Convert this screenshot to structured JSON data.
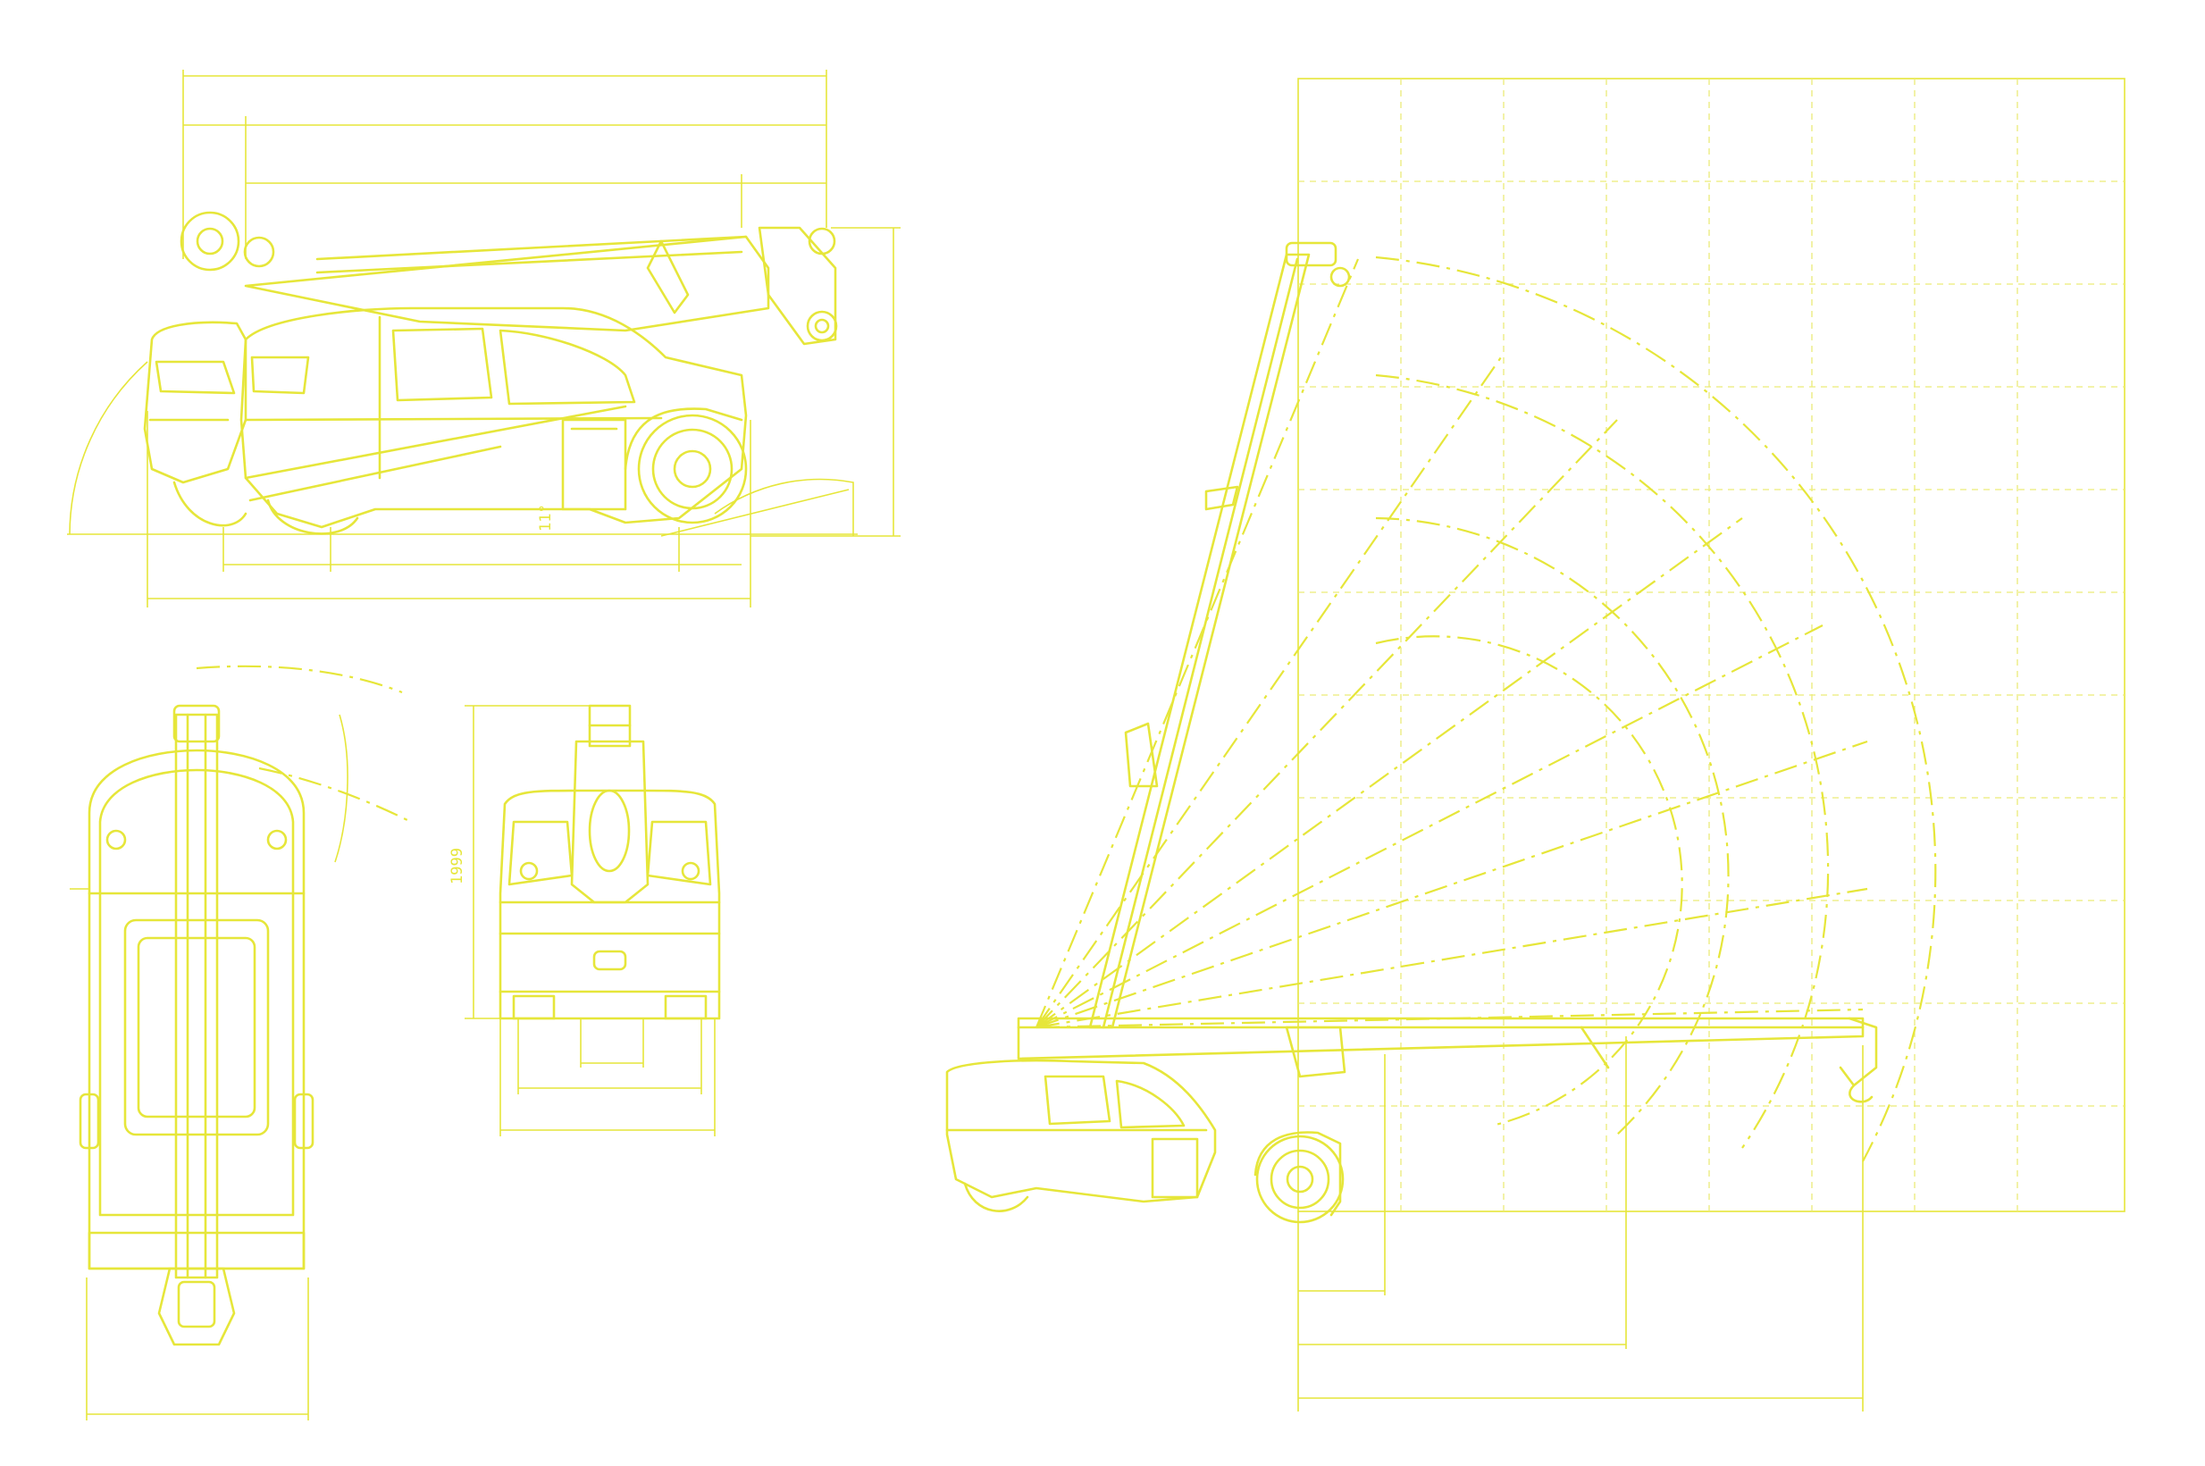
{
  "drawing": {
    "accent_color": "#e6e63a",
    "background_color": "#ffffff",
    "views": [
      "side-view",
      "top-view",
      "front-view",
      "reach-diagram"
    ],
    "dimension_labels": {
      "side_angle": "11°",
      "front_height": "1999"
    }
  }
}
